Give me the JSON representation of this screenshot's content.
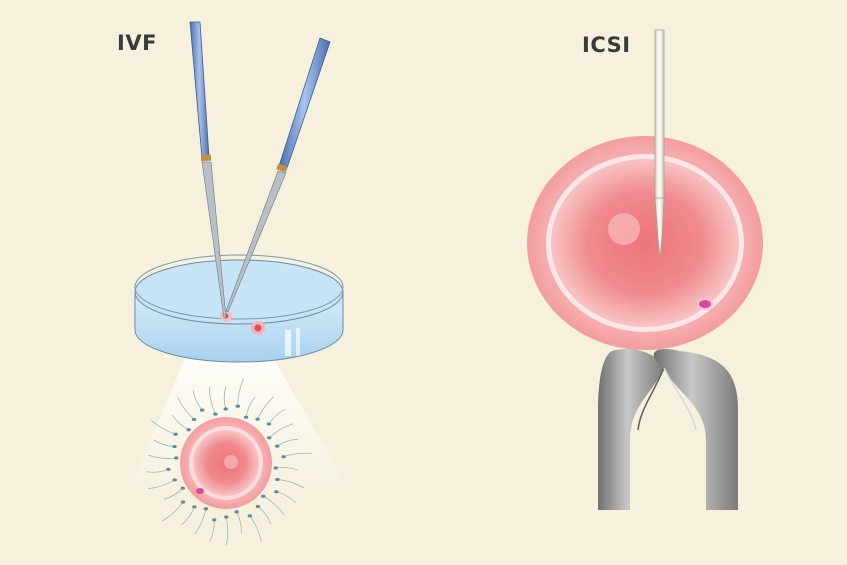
{
  "labels": {
    "ivf": "IVF",
    "icsi": "ICSI"
  },
  "colors": {
    "background": "#f6f1dc",
    "egg_outer": "#f6a3a6",
    "egg_core": "#ec7479",
    "dish_liquid": "#bfe0f4",
    "pipette_blue": "#7a9bd0",
    "needle_tip": "#f4f0e3",
    "holding_pipette": "#9a9a9a",
    "sperm": "#5b8fa0",
    "nucleus_marker": "#d9489d"
  },
  "icons": [
    "petri-dish",
    "pipette",
    "egg-cell",
    "sperm-cell",
    "injection-needle",
    "holding-pipette"
  ]
}
